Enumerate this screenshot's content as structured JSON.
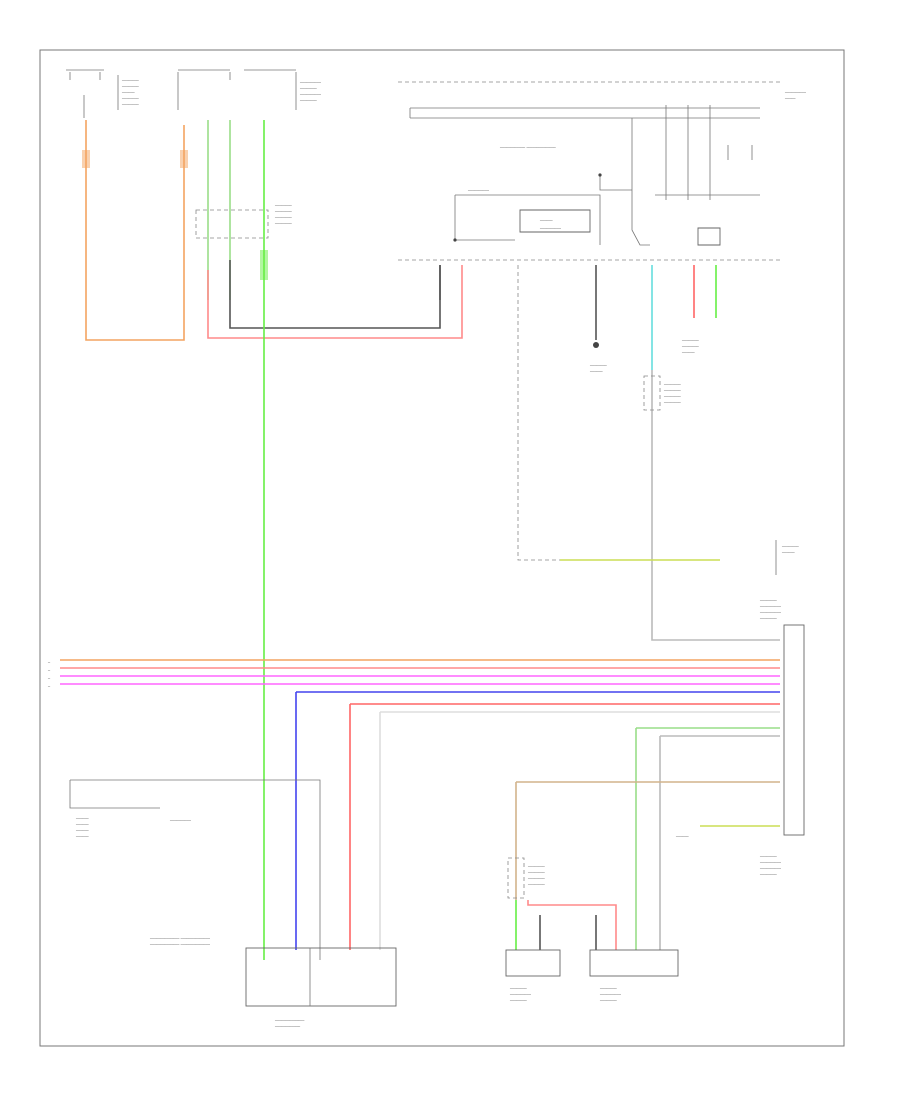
{
  "diagram": {
    "page_ref": "",
    "colors": {
      "orange": "#f4a460",
      "pink": "#ff8a8a",
      "magenta": "#ff66ff",
      "green": "#66ee44",
      "light_green": "#99dd88",
      "blue": "#4444ee",
      "red": "#ff6666",
      "gray": "#555555",
      "light_gray": "#bbbbbb",
      "tan": "#d2b48c",
      "yellow_green": "#ccdd55",
      "cyan": "#66dddd"
    },
    "components": [
      {
        "id": "top-left-fuse",
        "label": ""
      },
      {
        "id": "junction-block",
        "label": ""
      },
      {
        "id": "combination-meter",
        "label": ""
      },
      {
        "id": "engine-control-module",
        "label": ""
      },
      {
        "id": "transmission-control-switch",
        "label": ""
      },
      {
        "id": "neutral-start-switch",
        "label": ""
      },
      {
        "id": "speed-sensor",
        "label": ""
      }
    ]
  }
}
